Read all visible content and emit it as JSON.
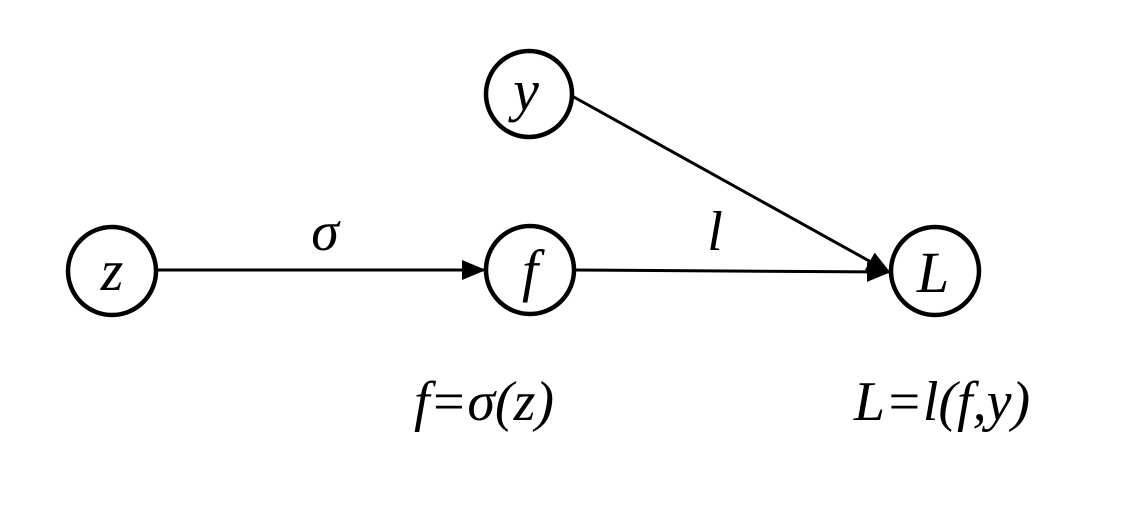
{
  "nodes": {
    "z": {
      "label": "z"
    },
    "y": {
      "label": "y"
    },
    "f": {
      "label": "f"
    },
    "L": {
      "label": "L"
    }
  },
  "edges": {
    "z_f": {
      "label": "σ"
    },
    "f_L": {
      "label": "l"
    },
    "y_L": {
      "label": ""
    }
  },
  "formulas": {
    "f_def": "f=σ(z)",
    "L_def": "L=l(f,y)"
  },
  "colors": {
    "stroke": "#000000",
    "background": "#ffffff"
  }
}
